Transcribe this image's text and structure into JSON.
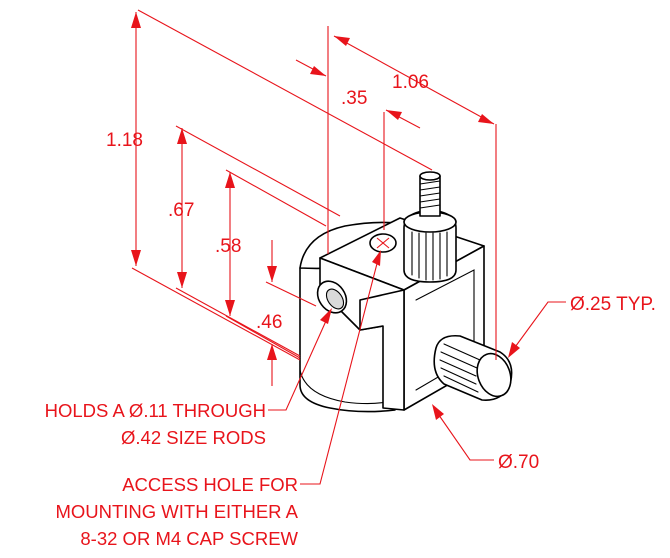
{
  "dimensions": {
    "d_035": ".35",
    "d_106": "1.06",
    "d_118": "1.18",
    "d_067": ".67",
    "d_058": ".58",
    "d_046": ".46",
    "thumbscrew_dia": "Ø.25 TYP.",
    "body_dia": "Ø.70"
  },
  "notes": {
    "rod_capacity": [
      "HOLDS A Ø.11 THROUGH",
      "Ø.42 SIZE RODS"
    ],
    "access_hole": [
      "ACCESS HOLE FOR",
      "MOUNTING WITH EITHER A",
      "8-32 OR M4 CAP SCREW"
    ]
  },
  "colors": {
    "dimension": "#e8141b",
    "outline": "#000000"
  }
}
